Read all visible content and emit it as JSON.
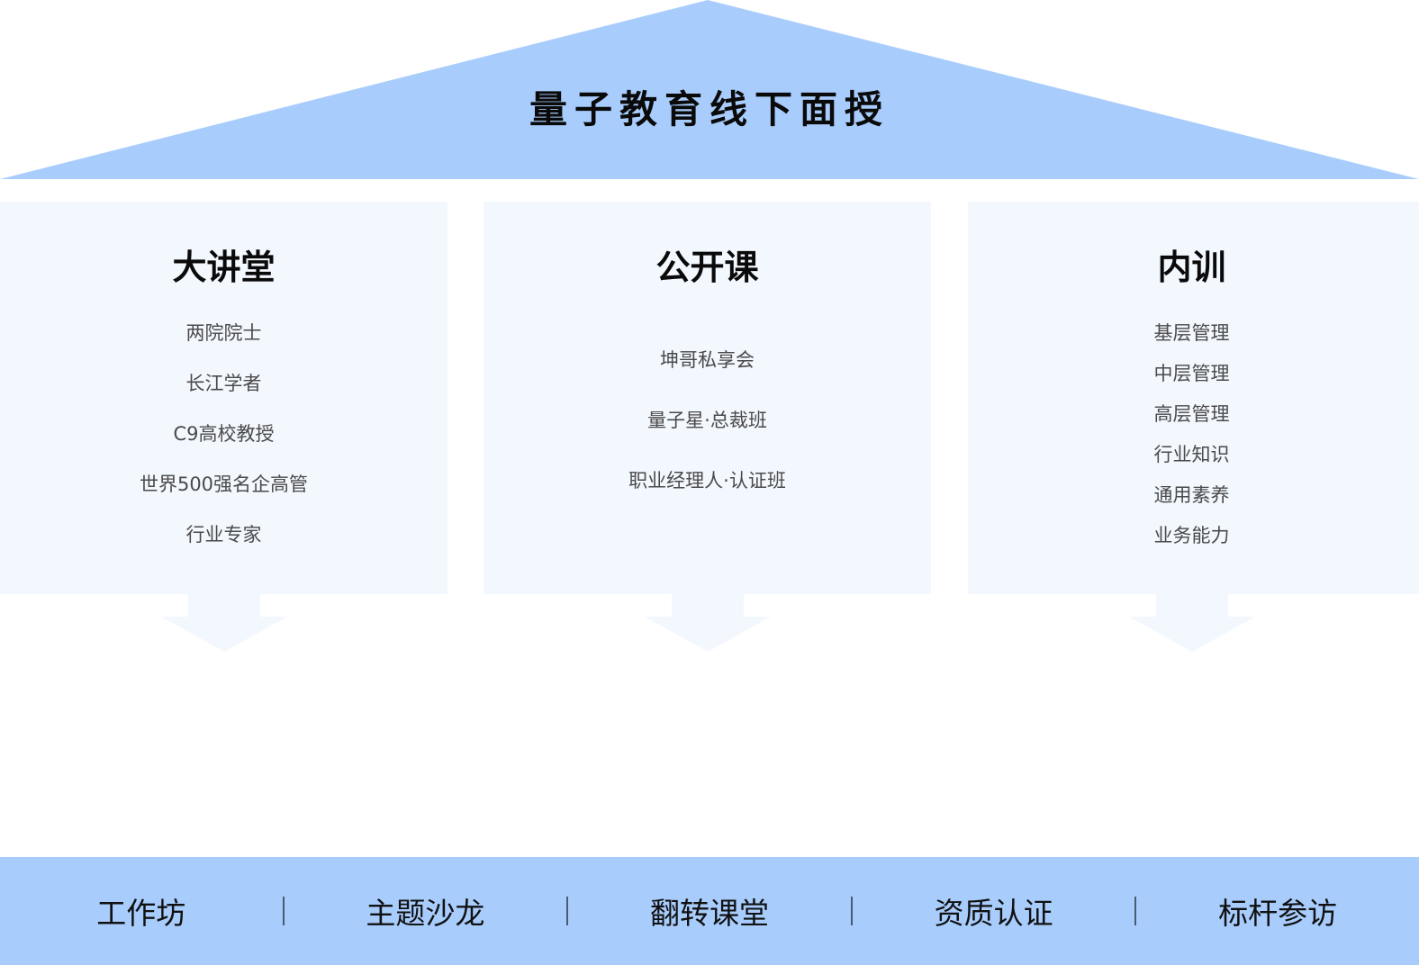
{
  "roof": {
    "title": "量子教育线下面授",
    "color": "#a8cdfd"
  },
  "pillars": [
    {
      "title": "大讲堂",
      "items": [
        "两院院士",
        "长江学者",
        "C9高校教授",
        "世界500强名企高管",
        "行业专家"
      ]
    },
    {
      "title": "公开课",
      "items": [
        "坤哥私享会",
        "量子星·总裁班",
        "职业经理人·认证班"
      ]
    },
    {
      "title": "内训",
      "items": [
        "基层管理",
        "中层管理",
        "高层管理",
        "行业知识",
        "通用素养",
        "业务能力"
      ]
    }
  ],
  "footer": {
    "items": [
      "工作坊",
      "主题沙龙",
      "翻转课堂",
      "资质认证",
      "标杆参访"
    ],
    "color": "#a8cdfd"
  },
  "colors": {
    "pillar_bg": "#f3f7fe",
    "title_text": "#0a0a0a",
    "item_text": "#4a4a4a"
  }
}
